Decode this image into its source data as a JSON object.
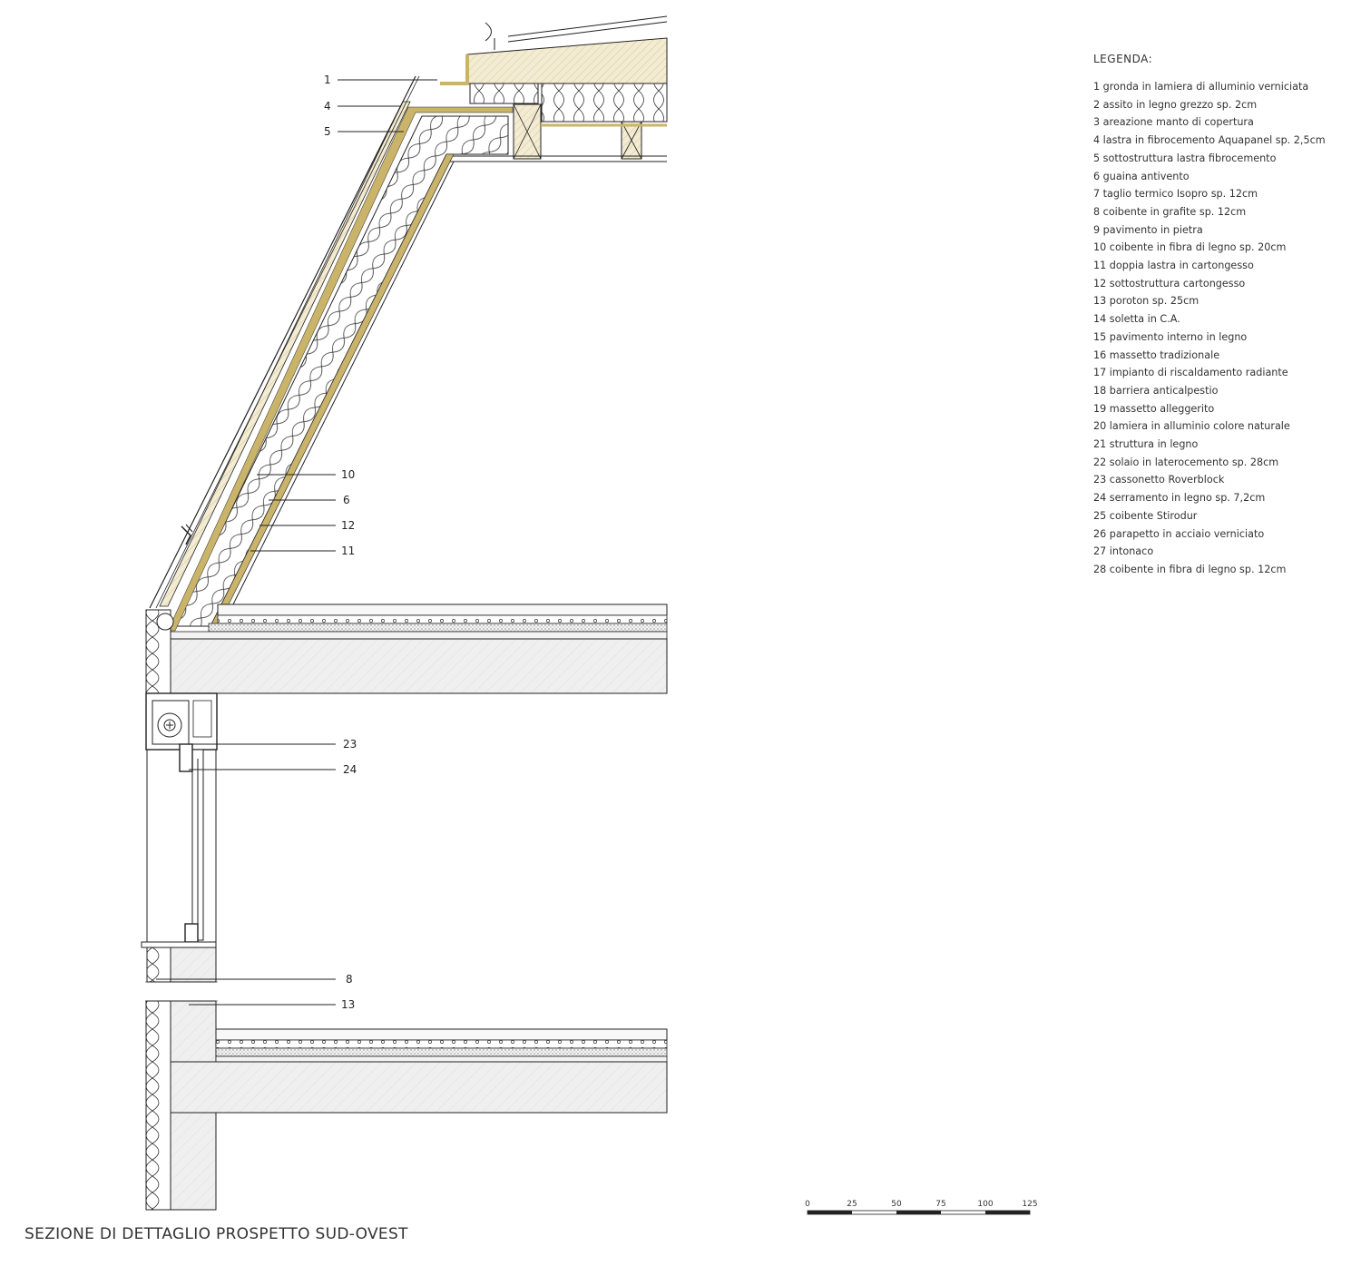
{
  "drawing": {
    "title": "SEZIONE DI DETTAGLIO PROSPETTO SUD-OVEST",
    "colors": {
      "line": "#222222",
      "wood": "#f3ecd3",
      "wood_hatch": "#d6c79c",
      "membrane": "#c9b46a",
      "concrete": "#eeeeee",
      "insulation": "#ffffff"
    },
    "callouts": [
      {
        "id": "1",
        "text": "1"
      },
      {
        "id": "4",
        "text": "4"
      },
      {
        "id": "5",
        "text": "5"
      },
      {
        "id": "10",
        "text": "10"
      },
      {
        "id": "6",
        "text": "6"
      },
      {
        "id": "12",
        "text": "12"
      },
      {
        "id": "11",
        "text": "11"
      },
      {
        "id": "23",
        "text": "23"
      },
      {
        "id": "24",
        "text": "24"
      },
      {
        "id": "8",
        "text": "8"
      },
      {
        "id": "13",
        "text": "13"
      }
    ],
    "scale": {
      "labels": [
        "0",
        "25",
        "50",
        "75",
        "100",
        "125"
      ]
    }
  },
  "legend": {
    "title": "LEGENDA:",
    "items": [
      "1 gronda in lamiera di alluminio verniciata",
      "2 assito in legno grezzo sp. 2cm",
      "3 areazione manto di copertura",
      "4 lastra in fibrocemento Aquapanel sp. 2,5cm",
      "5 sottostruttura lastra fibrocemento",
      "6 guaina antivento",
      "7 taglio termico Isopro sp. 12cm",
      "8 coibente in grafite sp. 12cm",
      "9 pavimento in pietra",
      "10 coibente in fibra di legno sp. 20cm",
      "11 doppia lastra in cartongesso",
      "12 sottostruttura cartongesso",
      "13 poroton sp. 25cm",
      "14 soletta in C.A.",
      "15 pavimento interno in legno",
      "16 massetto tradizionale",
      "17 impianto di riscaldamento radiante",
      "18 barriera anticalpestio",
      "19 massetto alleggerito",
      "20 lamiera in alluminio colore naturale",
      "21 struttura in legno",
      "22 solaio in laterocemento sp. 28cm",
      "23 cassonetto Roverblock",
      "24 serramento in legno sp. 7,2cm",
      "25 coibente Stirodur",
      "26 parapetto in acciaio verniciato",
      "27 intonaco",
      "28 coibente in fibra di legno sp. 12cm"
    ]
  }
}
